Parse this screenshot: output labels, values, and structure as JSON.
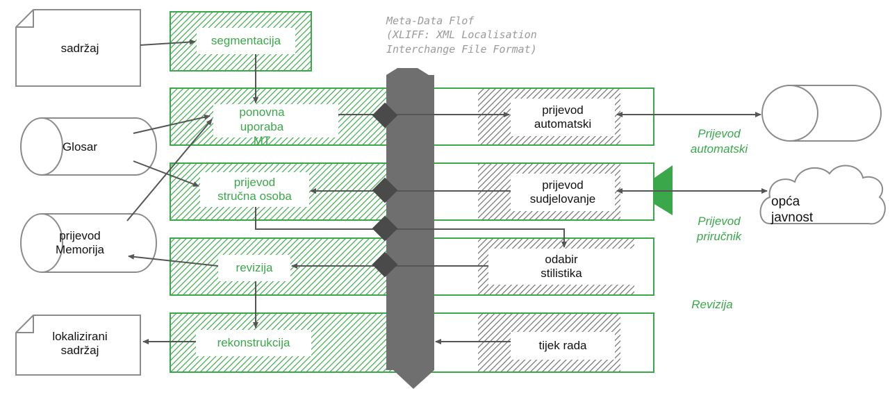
{
  "meta_title": "Meta-Data Flof\n(XLIFF: XML Localisation\nInterchange File Format)",
  "inputs": {
    "content": "sadržaj",
    "glossary": "Glosar",
    "memory": "prijevod\nMemorija",
    "localized": "lokalizirani\nsadržaj"
  },
  "steps": {
    "segmentation": "segmentacija",
    "reuse": "ponovna\nuporaba\nMT",
    "expert": "prijevod\nstručna osoba",
    "revision": "revizija",
    "reconstruction": "rekonstrukcija"
  },
  "right_steps": {
    "auto": "prijevod\nautomatski",
    "participation": "prijevod\nsudjelovanje",
    "stylist": "odabir\nstilistika",
    "workflow": "tijek rada"
  },
  "outputs": {
    "public": "opća\njavnost"
  },
  "side_labels": {
    "auto": "Prijevod\nautomatski",
    "manual": "Prijevod\npriručnik",
    "revision": "Revizija"
  },
  "colors": {
    "green": "#3aa84a",
    "gray_band": "#6f6f6f",
    "arrow": "#555555",
    "outline": "#8a8a8a"
  }
}
